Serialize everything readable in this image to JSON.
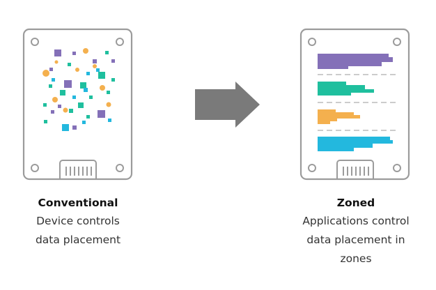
{
  "left": {
    "title": "Conventional",
    "description_lines": [
      "Device controls",
      "data placement"
    ]
  },
  "right": {
    "title": "Zoned",
    "description_lines": [
      "Applications control",
      "data placement in",
      "zones"
    ]
  },
  "colors": {
    "purple": "#8470b8",
    "teal": "#1fbf9e",
    "orange": "#f4b04e",
    "blue": "#23b8de",
    "outline": "#9b9b9b",
    "arrow": "#7a7a7a",
    "text": "#333333"
  },
  "icons": [
    "ssd-drive-icon",
    "arrow-right-icon",
    "ssd-drive-icon"
  ]
}
